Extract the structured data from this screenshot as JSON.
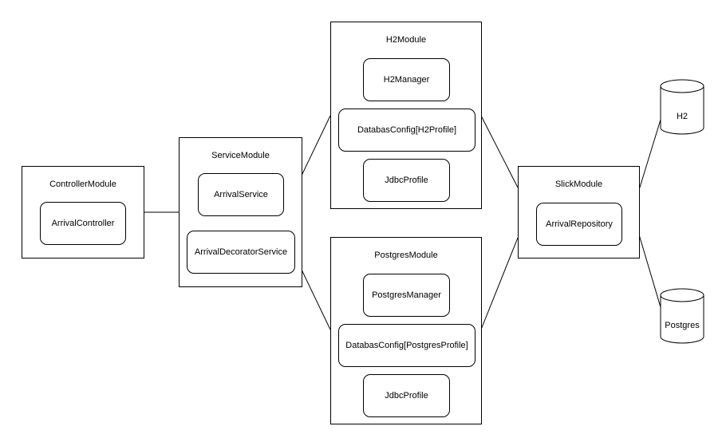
{
  "modules": {
    "controller": {
      "title": "ControllerModule",
      "components": [
        "ArrivalController"
      ]
    },
    "service": {
      "title": "ServiceModule",
      "components": [
        "ArrivalService",
        "ArrivalDecoratorService"
      ]
    },
    "h2": {
      "title": "H2Module",
      "components": [
        "H2Manager",
        "DatabasConfig[H2Profile]",
        "JdbcProfile"
      ]
    },
    "postgres": {
      "title": "PostgresModule",
      "components": [
        "PostgresManager",
        "DatabasConfig[PostgresProfile]",
        "JdbcProfile"
      ]
    },
    "slick": {
      "title": "SlickModule",
      "components": [
        "ArrivalRepository"
      ]
    }
  },
  "databases": [
    "H2",
    "Postgres"
  ]
}
